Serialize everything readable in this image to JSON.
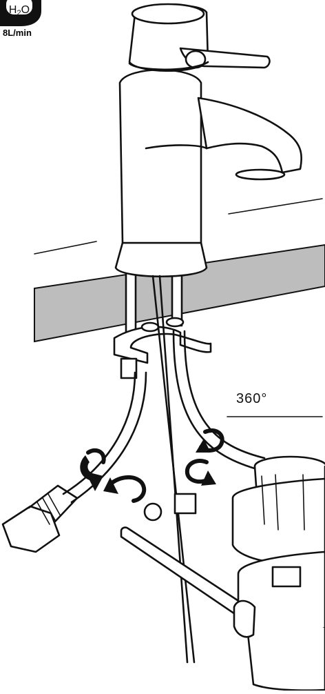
{
  "badge": {
    "symbol": "H2O",
    "flow_rate": "8L/min",
    "icon": "water-h2o-icon"
  },
  "rotation": {
    "angle_label": "360°"
  },
  "arrows": {
    "icon": "rotate-arrow-icon",
    "count": 4
  },
  "colors": {
    "line": "#111111",
    "countertop": "#bdbdbd",
    "background": "#ffffff"
  }
}
